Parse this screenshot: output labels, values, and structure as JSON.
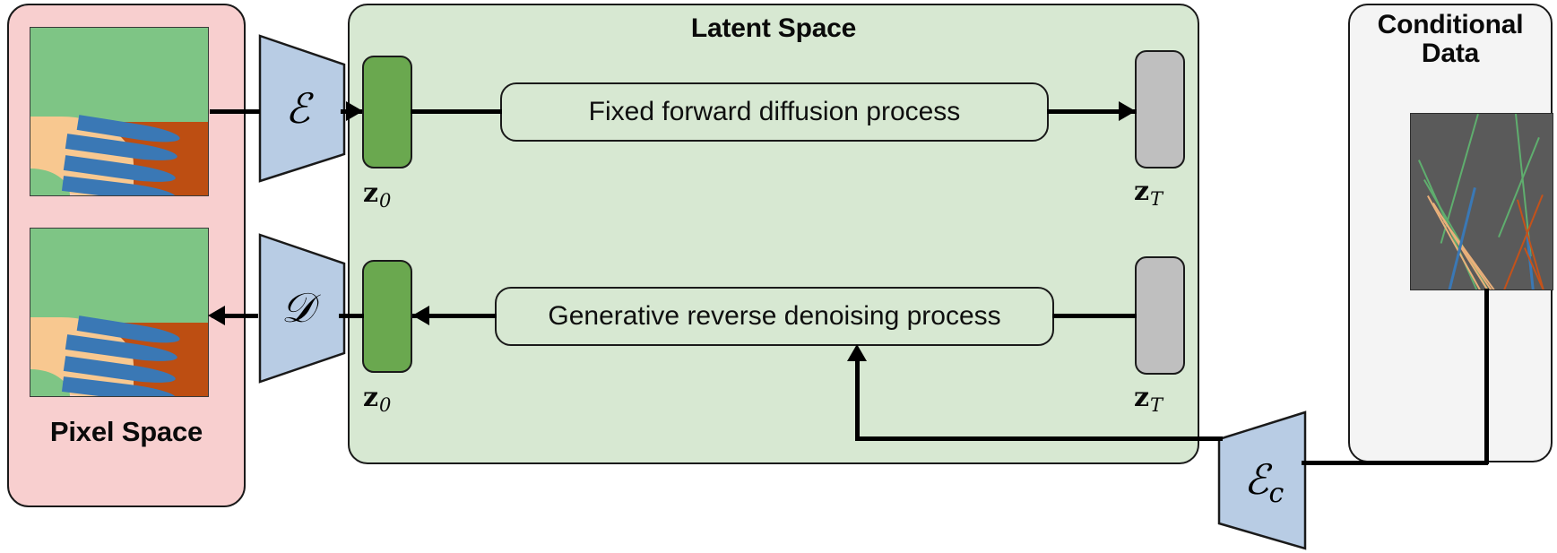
{
  "diagram": {
    "title_pixel_space": "Pixel Space",
    "title_latent_space": "Latent Space",
    "title_conditional_data": "Conditional Data"
  },
  "panels": {
    "pixel_space": {
      "label": "Pixel Space",
      "fill": "#f8cfcf",
      "images": [
        {
          "name": "input-geology-image",
          "alt": "geological facies map"
        },
        {
          "name": "reconstructed-geology-image",
          "alt": "reconstructed geological facies map"
        }
      ]
    },
    "latent_space": {
      "label": "Latent Space",
      "fill": "#d7e8d2"
    },
    "conditional_data": {
      "label": "Conditional Data",
      "fill": "#f4f4f4",
      "image_alt": "well-log / seismic trajectory traces"
    }
  },
  "modules": {
    "encoder": {
      "glyph": "ℰ",
      "name": "encoder"
    },
    "decoder": {
      "glyph": "𝒟",
      "name": "decoder"
    },
    "conditional_encoder": {
      "glyph": "ℰ",
      "subscript": "c",
      "name": "conditional-encoder"
    }
  },
  "tensors": {
    "z0_top": {
      "symbol": "z",
      "subscript": "0",
      "color": "#6aa84f"
    },
    "z0_bottom": {
      "symbol": "z",
      "subscript": "0",
      "color": "#6aa84f"
    },
    "zT_top": {
      "symbol": "z",
      "subscript": "T",
      "color": "#bfbfbf"
    },
    "zT_bottom": {
      "symbol": "z",
      "subscript": "T",
      "color": "#bfbfbf"
    }
  },
  "processes": {
    "forward": "Fixed forward diffusion process",
    "reverse": "Generative reverse denoising process"
  },
  "colors": {
    "pixel_space_fill": "#f8cfcf",
    "latent_space_fill": "#d7e8d2",
    "conditional_fill": "#f4f4f4",
    "trapezoid_fill": "#b8cce4",
    "latent_tensor_green": "#6aa84f",
    "noise_tensor_gray": "#bfbfbf",
    "outline": "#1a1a1a"
  }
}
